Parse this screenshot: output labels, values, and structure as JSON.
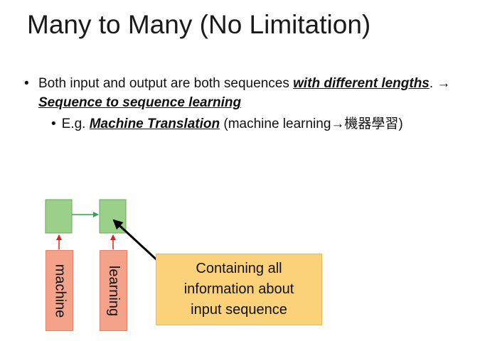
{
  "title": "Many to Many (No Limitation)",
  "bullet1": {
    "text_a": "Both input and output are both sequences ",
    "emph_a": "with different lengths",
    "text_b": ". → ",
    "emph_b": "Sequence to sequence learning"
  },
  "bullet2": {
    "text_a": "E.g. ",
    "emph_a": "Machine Translation",
    "text_b": " (machine learning→機器學習)"
  },
  "diagram": {
    "inputs": [
      "machine",
      "learning"
    ],
    "note_lines": [
      "Containing all",
      "information about",
      "input sequence"
    ],
    "colors": {
      "cell_fill": "#9ccf8a",
      "cell_border": "#6aaa55",
      "input_fill": "#f4a28a",
      "note_fill": "#fbd27a",
      "input_arrow": "#e02020",
      "recurrent_arrow": "#2aa84a",
      "pointer_arrow": "#000000"
    }
  }
}
